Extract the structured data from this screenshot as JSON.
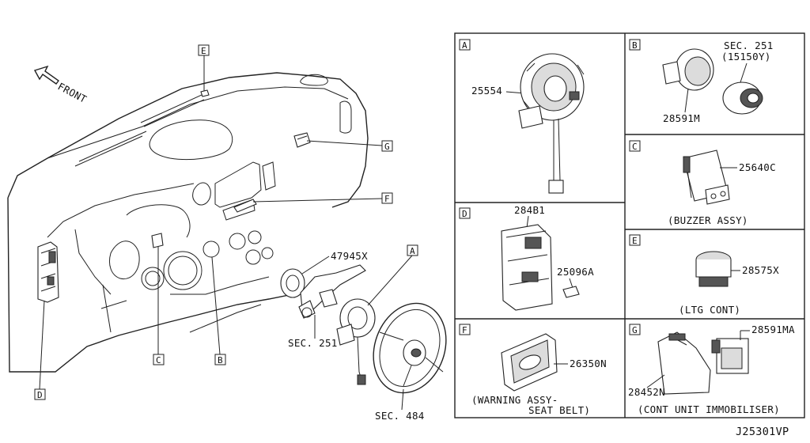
{
  "diagram": {
    "front_label": "FRONT",
    "drawing_code": "J25301VP",
    "callouts": {
      "A": "A",
      "B": "B",
      "C": "C",
      "D": "D",
      "E": "E",
      "F": "F",
      "G": "G"
    },
    "main_labels": {
      "part_47945x": "47945X",
      "sec_251": "SEC. 251",
      "sec_484": "SEC. 484"
    },
    "panels": {
      "A": {
        "letter": "A",
        "part": "25554"
      },
      "B": {
        "letter": "B",
        "part": "28591M",
        "sec": "SEC. 251",
        "sec_part": "(15150Y)"
      },
      "C": {
        "letter": "C",
        "part": "25640C",
        "caption": "(BUZZER ASSY)"
      },
      "D": {
        "letter": "D",
        "part1": "284B1",
        "part2": "25096A"
      },
      "E": {
        "letter": "E",
        "part": "28575X",
        "caption": "(LTG CONT)"
      },
      "F": {
        "letter": "F",
        "part": "26350N",
        "caption1": "(WARNING ASSY-",
        "caption2": "SEAT BELT)"
      },
      "G": {
        "letter": "G",
        "part1": "28591MA",
        "part2": "28452N",
        "caption": "(CONT UNIT IMMOBILISER)"
      }
    }
  }
}
